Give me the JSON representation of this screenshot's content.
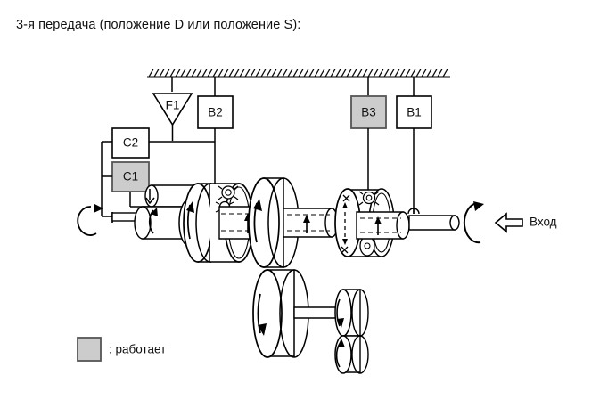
{
  "title": "3-я передача (положение D или положение S):",
  "legend": {
    "swatch_color": "#cccccc",
    "label": ": работает"
  },
  "input": {
    "label": "Вход",
    "arrow_icon": "left-arrow-icon",
    "rotation_icon": "rotation-arc-icon"
  },
  "ground": {
    "name": "ground-hatch",
    "hatch_count": 56
  },
  "components": [
    {
      "id": "F1",
      "label": "F1",
      "shape": "triangle",
      "active": false,
      "active_color": "#cccccc",
      "idle_color": "#ffffff"
    },
    {
      "id": "B2",
      "label": "B2",
      "shape": "box",
      "active": false,
      "active_color": "#cccccc",
      "idle_color": "#ffffff"
    },
    {
      "id": "C2",
      "label": "C2",
      "shape": "box",
      "active": false,
      "active_color": "#cccccc",
      "idle_color": "#ffffff"
    },
    {
      "id": "C1",
      "label": "C1",
      "shape": "box",
      "active": true,
      "active_color": "#cccccc",
      "idle_color": "#ffffff"
    },
    {
      "id": "B3",
      "label": "B3",
      "shape": "box",
      "active": true,
      "active_color": "#cccccc",
      "idle_color": "#ffffff"
    },
    {
      "id": "B1",
      "label": "B1",
      "shape": "box",
      "active": false,
      "active_color": "#cccccc",
      "idle_color": "#ffffff"
    }
  ],
  "colors": {
    "line": "#000000",
    "fill_active": "#cccccc",
    "fill_idle": "#ffffff",
    "background": "#ffffff"
  }
}
